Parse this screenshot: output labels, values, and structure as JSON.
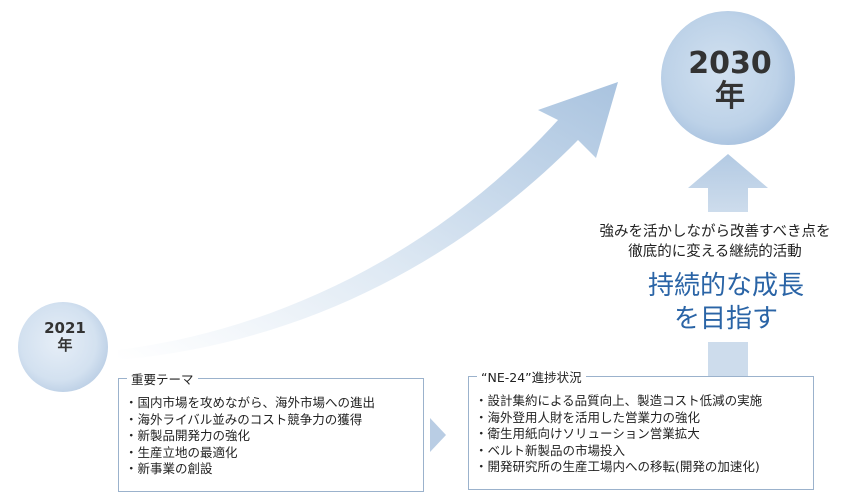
{
  "start_label": {
    "year": "2021",
    "suffix": "年"
  },
  "goal_label": {
    "year": "2030",
    "suffix": "年"
  },
  "subtitle": {
    "line1": "強みを活かしながら改善すべき点を",
    "line2": "徹底的に変える継続的活動"
  },
  "headline": {
    "line1": "持続的な成長",
    "line2": "を目指す"
  },
  "themes": {
    "title": "重要テーマ",
    "items": [
      "国内市場を攻めながら、海外市場への進出",
      "海外ライバル並みのコスト競争力の獲得",
      "新製品開発力の強化",
      "生産立地の最適化",
      "新事業の創設"
    ]
  },
  "progress": {
    "title": "“NE-24”進捗状況",
    "items": [
      "設計集約による品質向上、製造コスト低減の実施",
      "海外登用人財を活用した営業力の強化",
      "衛生用紙向けソリューション営業拡大",
      "ベルト新製品の市場投入",
      "開発研究所の生産工場内への移転(開発の加速化)"
    ]
  },
  "colors": {
    "accent_blue": "#2a64a6",
    "circle_fill": "#c3d6ea",
    "arrow_fill": "#bcd1e7",
    "border": "#9bb2cc"
  }
}
